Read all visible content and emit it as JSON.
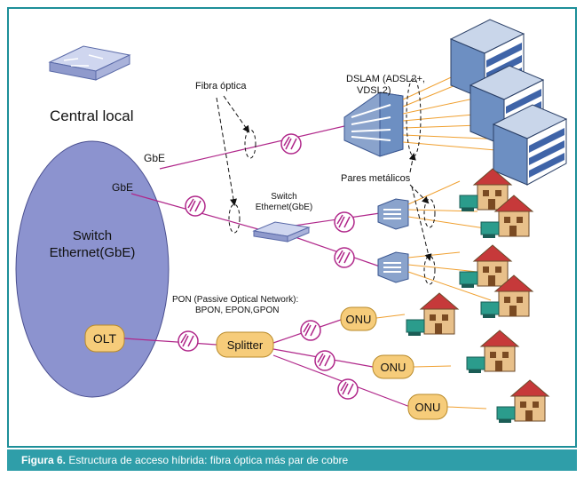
{
  "labels": {
    "central_local": "Central local",
    "fibra_optica": "Fibra óptica",
    "dslam_line1": "DSLAM (ADSL2+,",
    "dslam_line2": "VDSL2)",
    "gbe_top": "GbE",
    "gbe_bottom": "GbE",
    "switch_gbe_line1": "Switch",
    "switch_gbe_line2": "Ethernet(GbE)",
    "switch_ethernet_line1": "Switch",
    "switch_ethernet_line2": "Ethernet(GbE)",
    "pares_metalicos": "Pares metálicos",
    "pon_line1": "PON (Passive Optical Network):",
    "pon_line2": "BPON, EPON,GPON",
    "olt": "OLT",
    "splitter": "Splitter",
    "onu_1": "ONU",
    "onu_2": "ONU",
    "onu_3": "ONU"
  },
  "caption": {
    "figure_label": "Figura 6.",
    "text": " Estructura de acceso híbrida: fibra óptica más par de cobre"
  },
  "colors": {
    "background": "#ffffff",
    "border": "#1d8f99",
    "caption_bar": "#2f9ea9",
    "switch_oval": "#8c93cf",
    "fiber_line": "#b0278a",
    "copper_line": "#f0a030",
    "onu_fill": "#f6cc7a",
    "dslam_fill": "#8aa3cc",
    "building_fill": "#5f83b8",
    "house_fill": "#e8c08a",
    "house_roof": "#c6393a"
  }
}
